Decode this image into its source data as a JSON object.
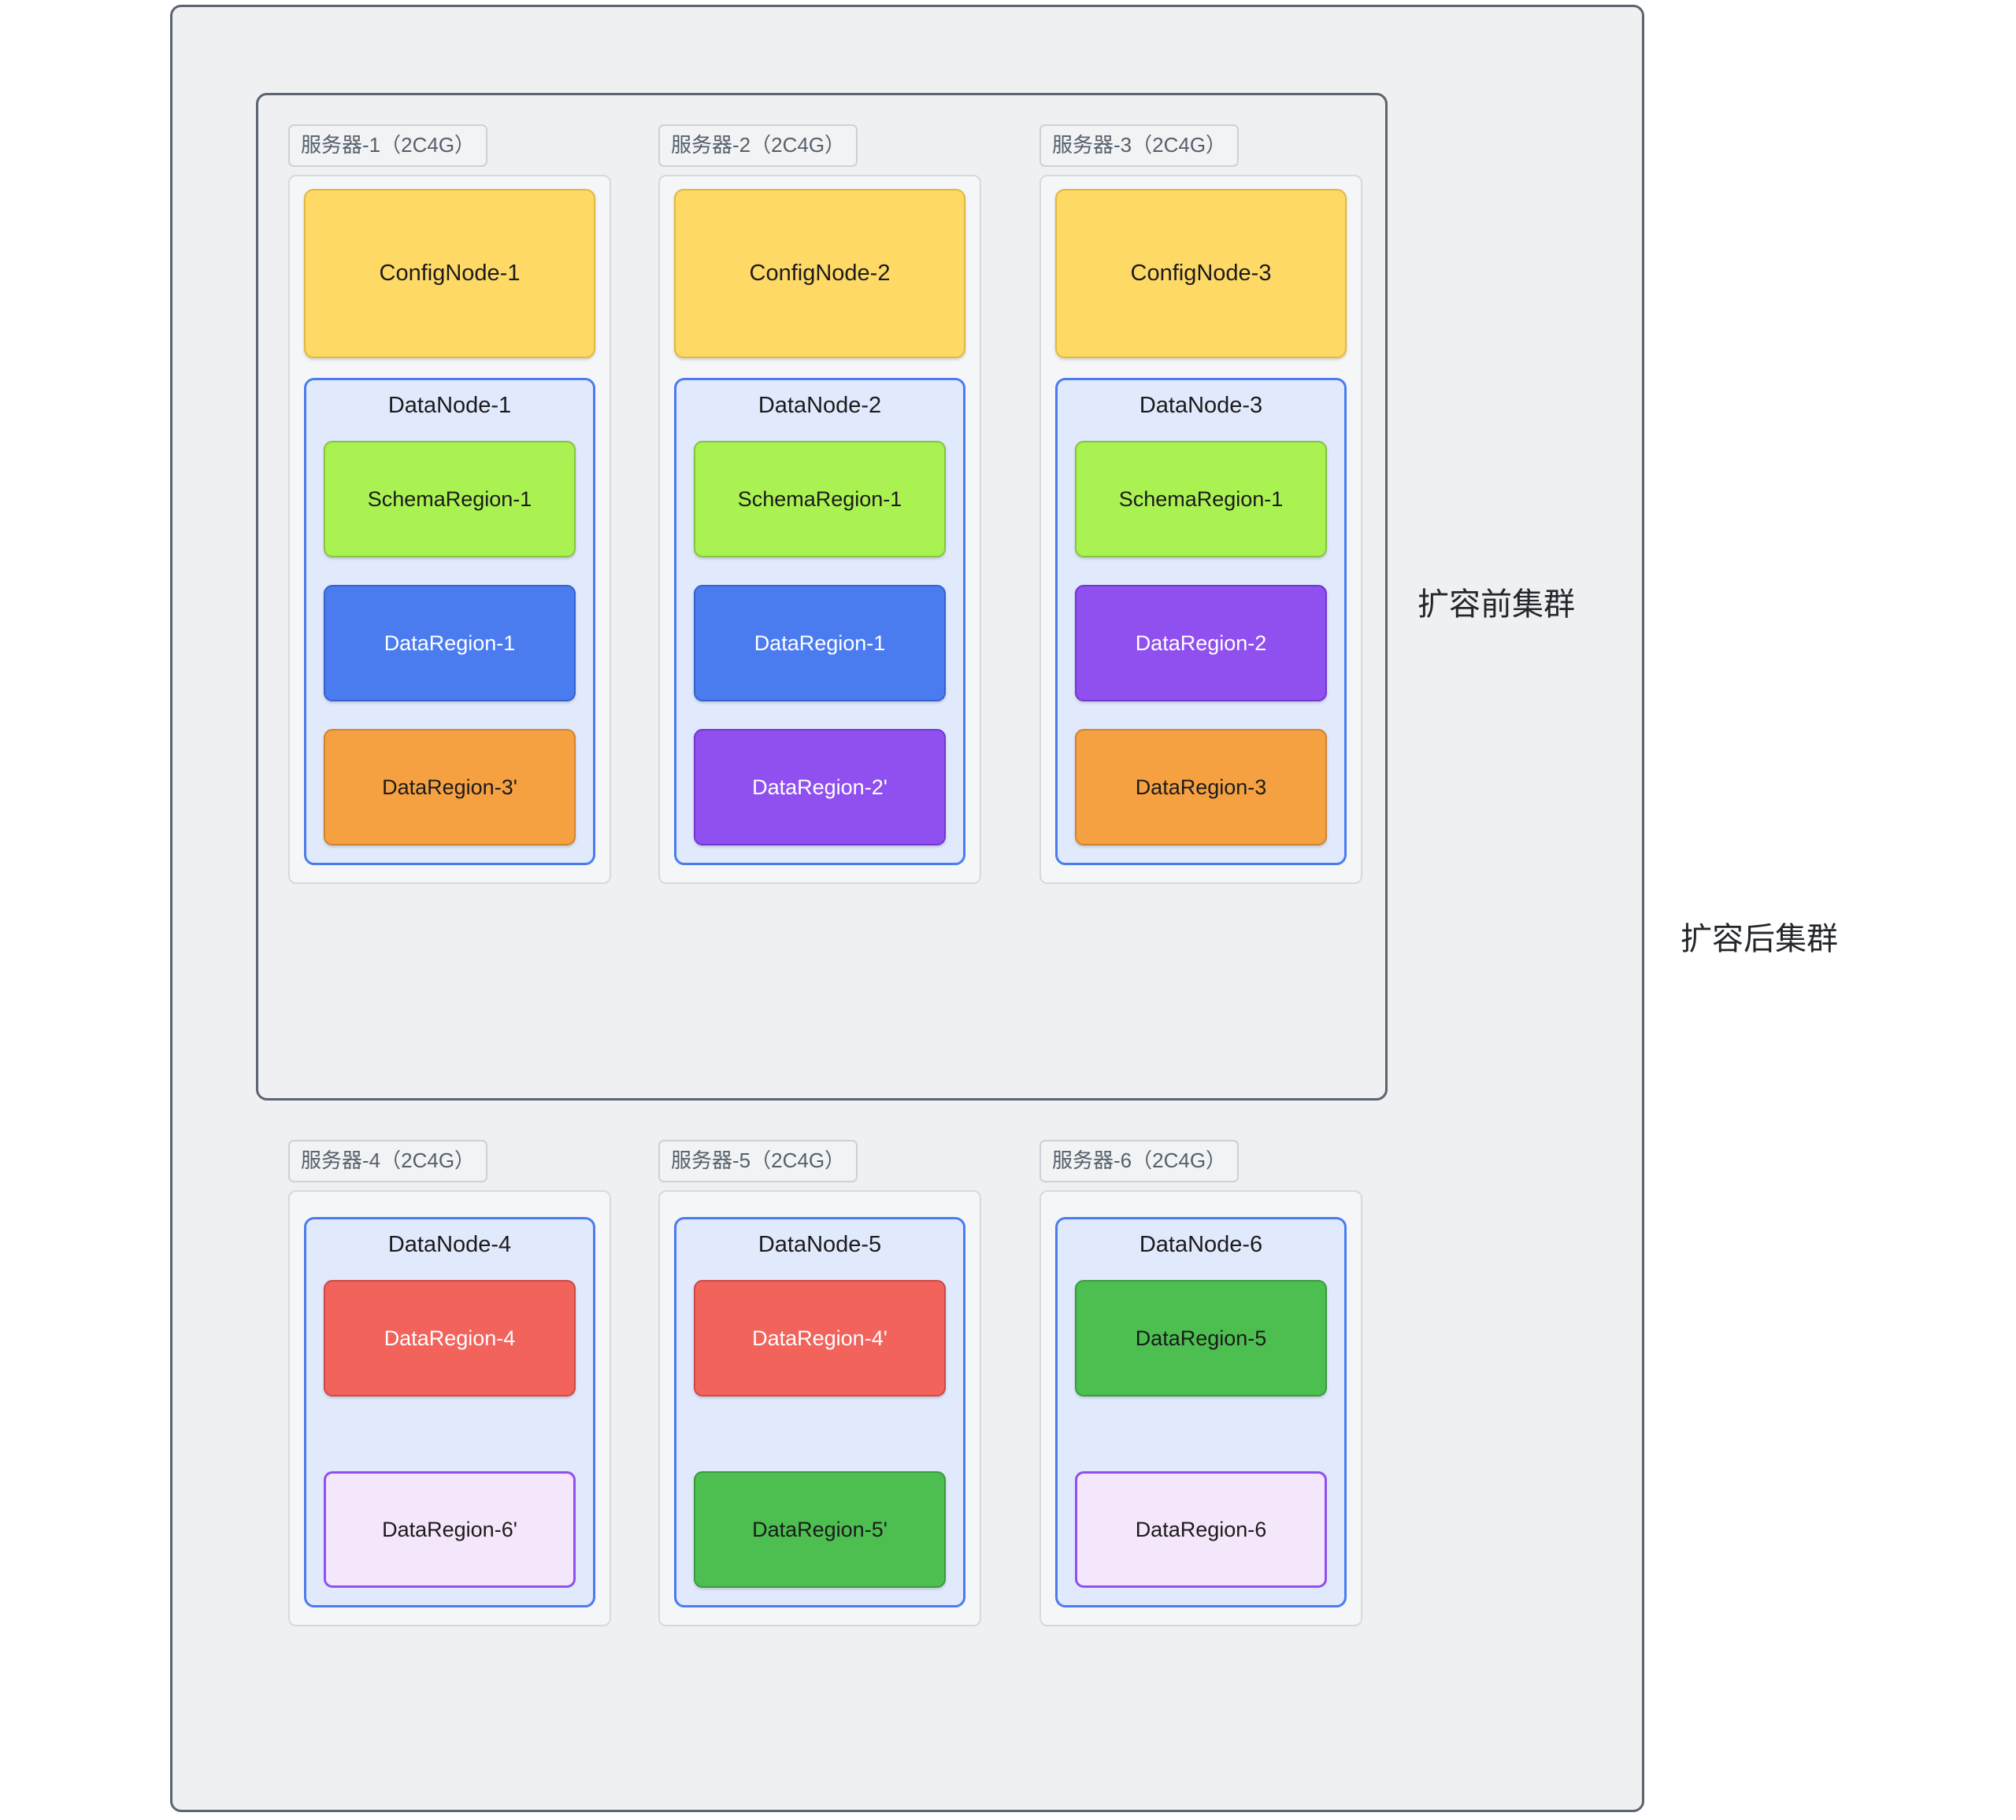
{
  "annotations": {
    "before": "扩容前集群",
    "after": "扩容后集群"
  },
  "servers": [
    {
      "label": "服务器-1（2C4G）",
      "confignode": "ConfigNode-1",
      "datanode": "DataNode-1",
      "regions": [
        {
          "label": "SchemaRegion-1",
          "color": "c-green"
        },
        {
          "label": "DataRegion-1",
          "color": "c-blue"
        },
        {
          "label": "DataRegion-3'",
          "color": "c-orange"
        }
      ]
    },
    {
      "label": "服务器-2（2C4G）",
      "confignode": "ConfigNode-2",
      "datanode": "DataNode-2",
      "regions": [
        {
          "label": "SchemaRegion-1",
          "color": "c-green"
        },
        {
          "label": "DataRegion-1",
          "color": "c-blue"
        },
        {
          "label": "DataRegion-2'",
          "color": "c-purple"
        }
      ]
    },
    {
      "label": "服务器-3（2C4G）",
      "confignode": "ConfigNode-3",
      "datanode": "DataNode-3",
      "regions": [
        {
          "label": "SchemaRegion-1",
          "color": "c-green"
        },
        {
          "label": "DataRegion-2",
          "color": "c-purple"
        },
        {
          "label": "DataRegion-3",
          "color": "c-orange"
        }
      ]
    },
    {
      "label": "服务器-4（2C4G）",
      "confignode": null,
      "datanode": "DataNode-4",
      "regions": [
        {
          "label": "DataRegion-4",
          "color": "c-red"
        },
        {
          "label": "DataRegion-6'",
          "color": "c-lav"
        }
      ]
    },
    {
      "label": "服务器-5（2C4G）",
      "confignode": null,
      "datanode": "DataNode-5",
      "regions": [
        {
          "label": "DataRegion-4'",
          "color": "c-red"
        },
        {
          "label": "DataRegion-5'",
          "color": "c-dgreen"
        }
      ]
    },
    {
      "label": "服务器-6（2C4G）",
      "confignode": null,
      "datanode": "DataNode-6",
      "regions": [
        {
          "label": "DataRegion-5",
          "color": "c-dgreen"
        },
        {
          "label": "DataRegion-6",
          "color": "c-lav"
        }
      ]
    }
  ],
  "palette": {
    "confignode_yellow": "#ffd966",
    "schemaregion_green": "#a9f251",
    "dataregion_blue": "#4a7cf0",
    "dataregion_orange": "#f6a141",
    "dataregion_purple": "#9050f0",
    "dataregion_red": "#f2635c",
    "dataregion_green": "#4cbf50",
    "dataregion_lavender": "#f4e6fb",
    "datanode_fill": "#e1e9fd",
    "frame_border": "#5b6470",
    "canvas": "#eef0f2"
  }
}
